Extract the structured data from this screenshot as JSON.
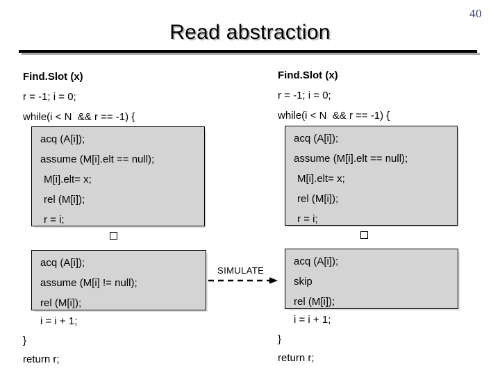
{
  "slide": {
    "page_number": "40",
    "title": "Read abstraction",
    "accent_color": "#333366",
    "box_fill_color": "#d4d4d4",
    "box_border_color": "#000000"
  },
  "left_column": {
    "name": "concrete-program",
    "header": "Find.Slot (x)",
    "line_init": "r = -1; i = 0;",
    "line_while": "while(i < N  && r == -1) {",
    "box_top": {
      "lines": [
        "acq (A[i]);",
        "assume (M[i].elt == null);",
        "M[i].elt= x;",
        "rel (M[i]);",
        "r = i;"
      ]
    },
    "marker": "square-glyph",
    "box_bottom": {
      "lines": [
        "acq (A[i]);",
        "assume (M[i] != null);",
        "rel (M[i]);"
      ]
    },
    "line_incr": "i = i + 1;",
    "line_close_brace": "}",
    "line_return": "return r;"
  },
  "right_column": {
    "name": "abstracted-program",
    "header": "Find.Slot (x)",
    "line_init": "r = -1; i = 0;",
    "line_while": "while(i < N  && r == -1) {",
    "box_top": {
      "lines": [
        "acq (A[i]);",
        "assume (M[i].elt == null);",
        "M[i].elt= x;",
        "rel (M[i]);",
        "r = i;"
      ]
    },
    "marker": "square-glyph",
    "box_bottom": {
      "lines": [
        "acq (A[i]);",
        "skip",
        "rel (M[i]);"
      ]
    },
    "line_incr": "i = i + 1;",
    "line_close_brace": "}",
    "line_return": "return r;"
  },
  "transform": {
    "label": "SIMULATE",
    "arrow_style": "dashed-right"
  }
}
